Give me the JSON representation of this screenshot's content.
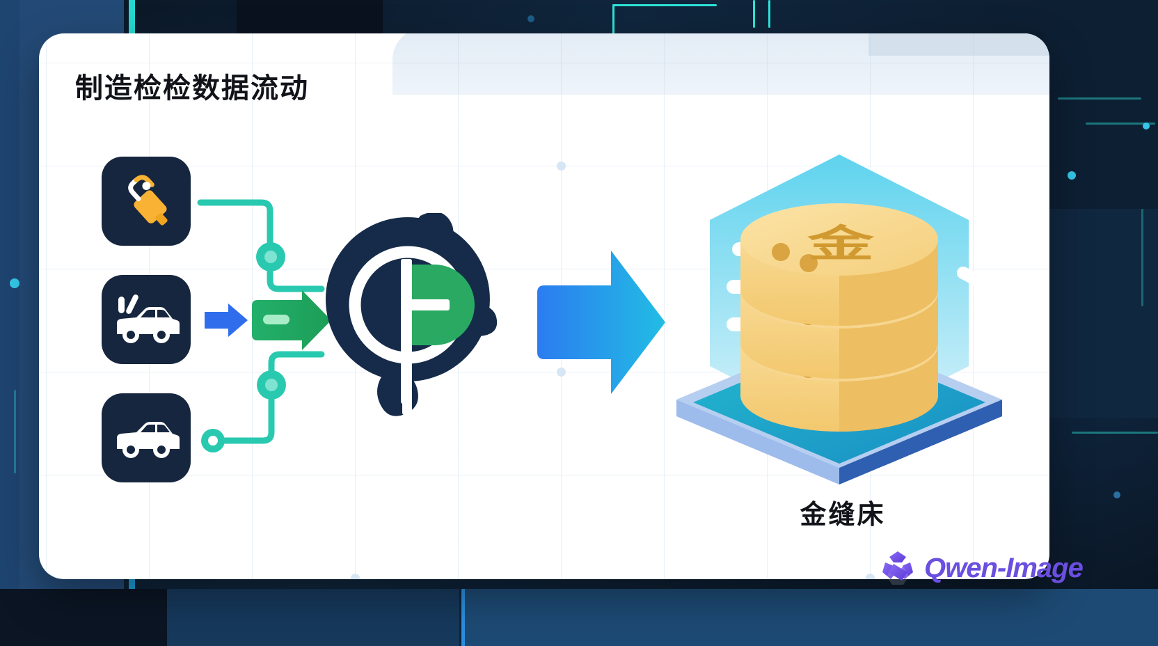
{
  "card": {
    "title": "制造检检数据流动"
  },
  "sources": [
    {
      "id": "welding-tool",
      "icon_name": "welding-torch-icon",
      "label": ""
    },
    {
      "id": "damaged-car",
      "icon_name": "damaged-car-icon",
      "label": ""
    },
    {
      "id": "car",
      "icon_name": "car-icon",
      "label": ""
    }
  ],
  "arrows": {
    "small_blue": {
      "name": "blue-arrow-icon",
      "color": "#2f6ded"
    },
    "small_green": {
      "name": "green-arrow-icon",
      "color": "#1faa5c"
    },
    "big_blue": {
      "name": "big-blue-arrow-icon",
      "color_start": "#2b7cf0",
      "color_end": "#22bde4"
    }
  },
  "hub": {
    "name": "central-platform-logo",
    "shell_color": "#152b49",
    "accent_color": "#2aa963"
  },
  "connector": {
    "line_color": "#29c9b0",
    "node_color": "#29c9b0",
    "node_inner_color": "#7fe3d2"
  },
  "destination": {
    "label": "金缝床",
    "badge_character": "金",
    "illustration_name": "golden-database-stack",
    "colors": {
      "coin_light": "#f7d78b",
      "coin_mid": "#f0c56a",
      "coin_dark": "#d9a441",
      "plate_top": "#18b6c7",
      "plate_side": "#8fb4e8",
      "plate_edge": "#2f5fb0",
      "backdrop": "#6fd8ee"
    }
  },
  "watermark": {
    "text": "Qwen-Image",
    "logo_name": "qwen-logo-icon",
    "color": "#6a4fe0"
  },
  "theme": {
    "background_dark": "#0b1826",
    "card_background": "#ffffff",
    "grid_line": "#b4cde6",
    "title_color": "#111318",
    "teal_accent": "#2ee3d8"
  }
}
